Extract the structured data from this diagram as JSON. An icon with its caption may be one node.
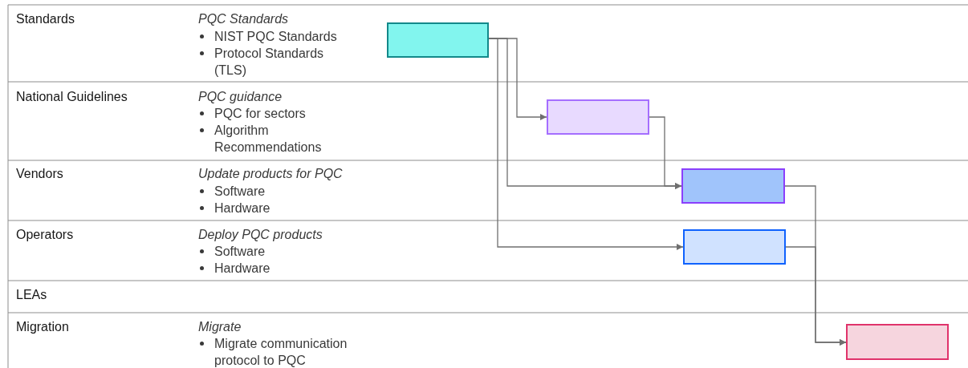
{
  "diagram": {
    "nodes": [
      {
        "text": [],
        "shape": "box"
      },
      {
        "text": [],
        "shape": "box"
      },
      {
        "text": [],
        "shape": "box"
      },
      {
        "text": [],
        "shape": "box"
      },
      {
        "text": [],
        "shape": "box"
      }
    ],
    "edges": [
      {
        "from": 0,
        "to": 1,
        "arrow": "to"
      },
      {
        "from": 0,
        "to": 2,
        "arrow": "to"
      },
      {
        "from": 0,
        "to": 3,
        "arrow": "to"
      },
      {
        "from": 1,
        "to": 2,
        "arrow": "to"
      },
      {
        "from": 2,
        "to": 4,
        "arrow": "to"
      },
      {
        "from": 3,
        "to": 4,
        "arrow": "to"
      }
    ],
    "labels": [
      "Standards",
      "PQC Standards",
      "NIST PQC Standards",
      "Protocol Standards (TLS)",
      "National Guidelines",
      "PQC guidance",
      "PQC for sectors",
      "Algorithm Recommendations",
      "Vendors",
      "Update products for PQC",
      "Software",
      "Hardware",
      "Operators",
      "Deploy PQC products",
      "Software",
      "Hardware",
      "LEAs",
      "Migration",
      "Migrate",
      "Migrate communication protocol to PQC"
    ]
  }
}
